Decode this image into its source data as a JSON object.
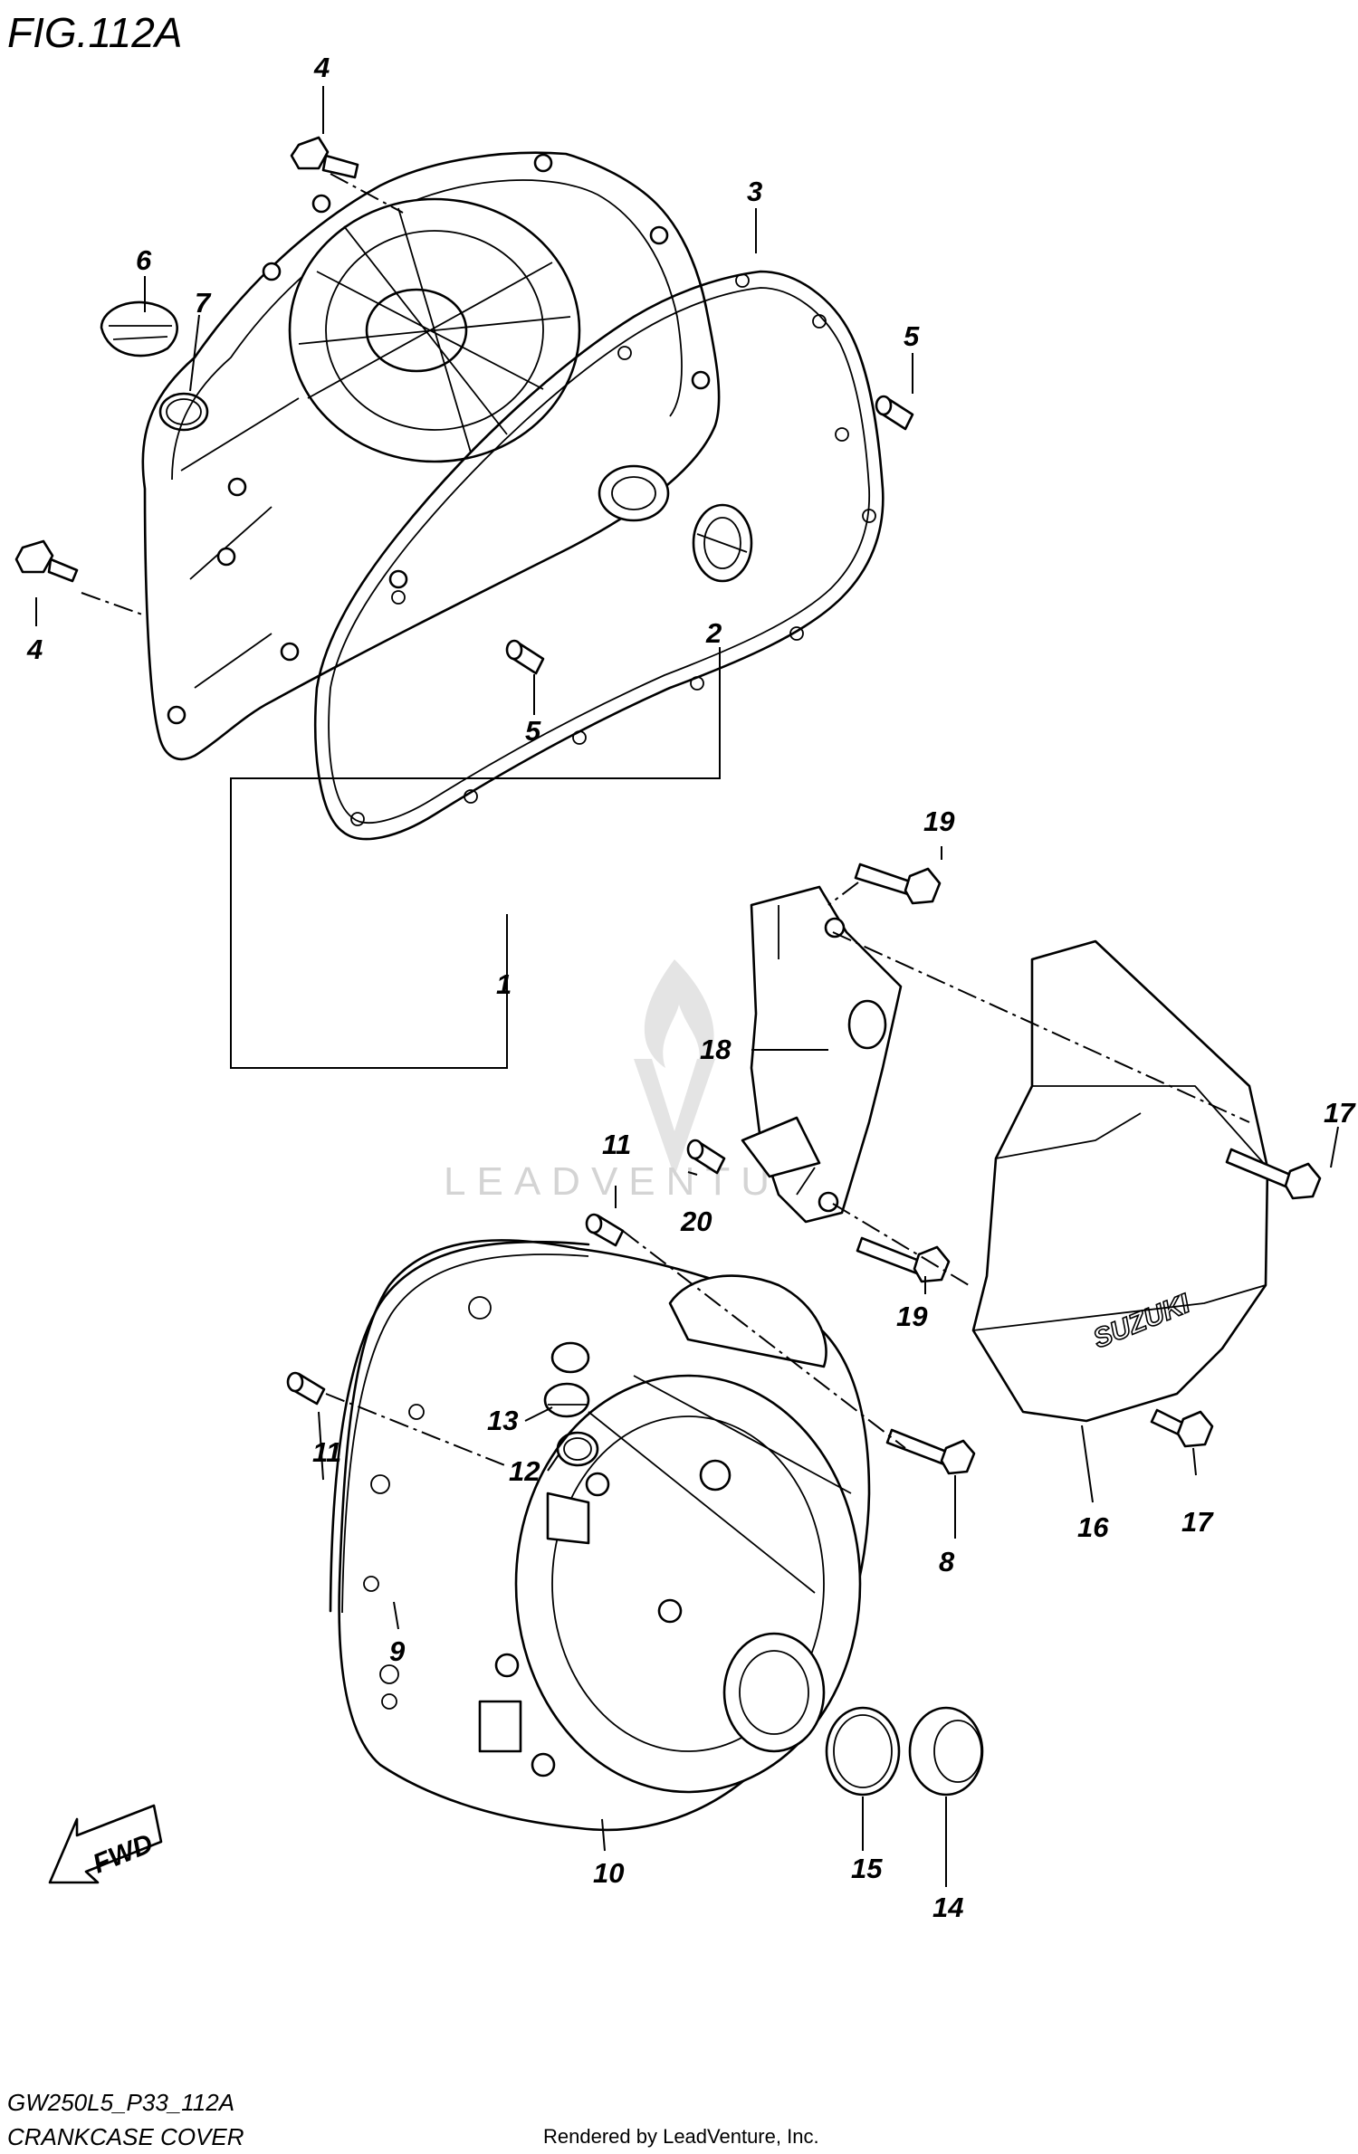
{
  "figure": {
    "title": "FIG.112A",
    "model_code": "GW250L5_P33_112A",
    "section_name": "CRANKCASE COVER",
    "credit": "Rendered by LeadVenture, Inc.",
    "watermark": "LEADVENTURE"
  },
  "direction_marker": {
    "label": "FWD",
    "icon": "fwd-arrow-icon"
  },
  "cover_branding": "SUZUKI",
  "callouts": [
    "1",
    "2",
    "3",
    "4",
    "4",
    "5",
    "5",
    "6",
    "7",
    "8",
    "9",
    "10",
    "11",
    "11",
    "12",
    "13",
    "14",
    "15",
    "16",
    "17",
    "17",
    "18",
    "19",
    "19",
    "20"
  ]
}
